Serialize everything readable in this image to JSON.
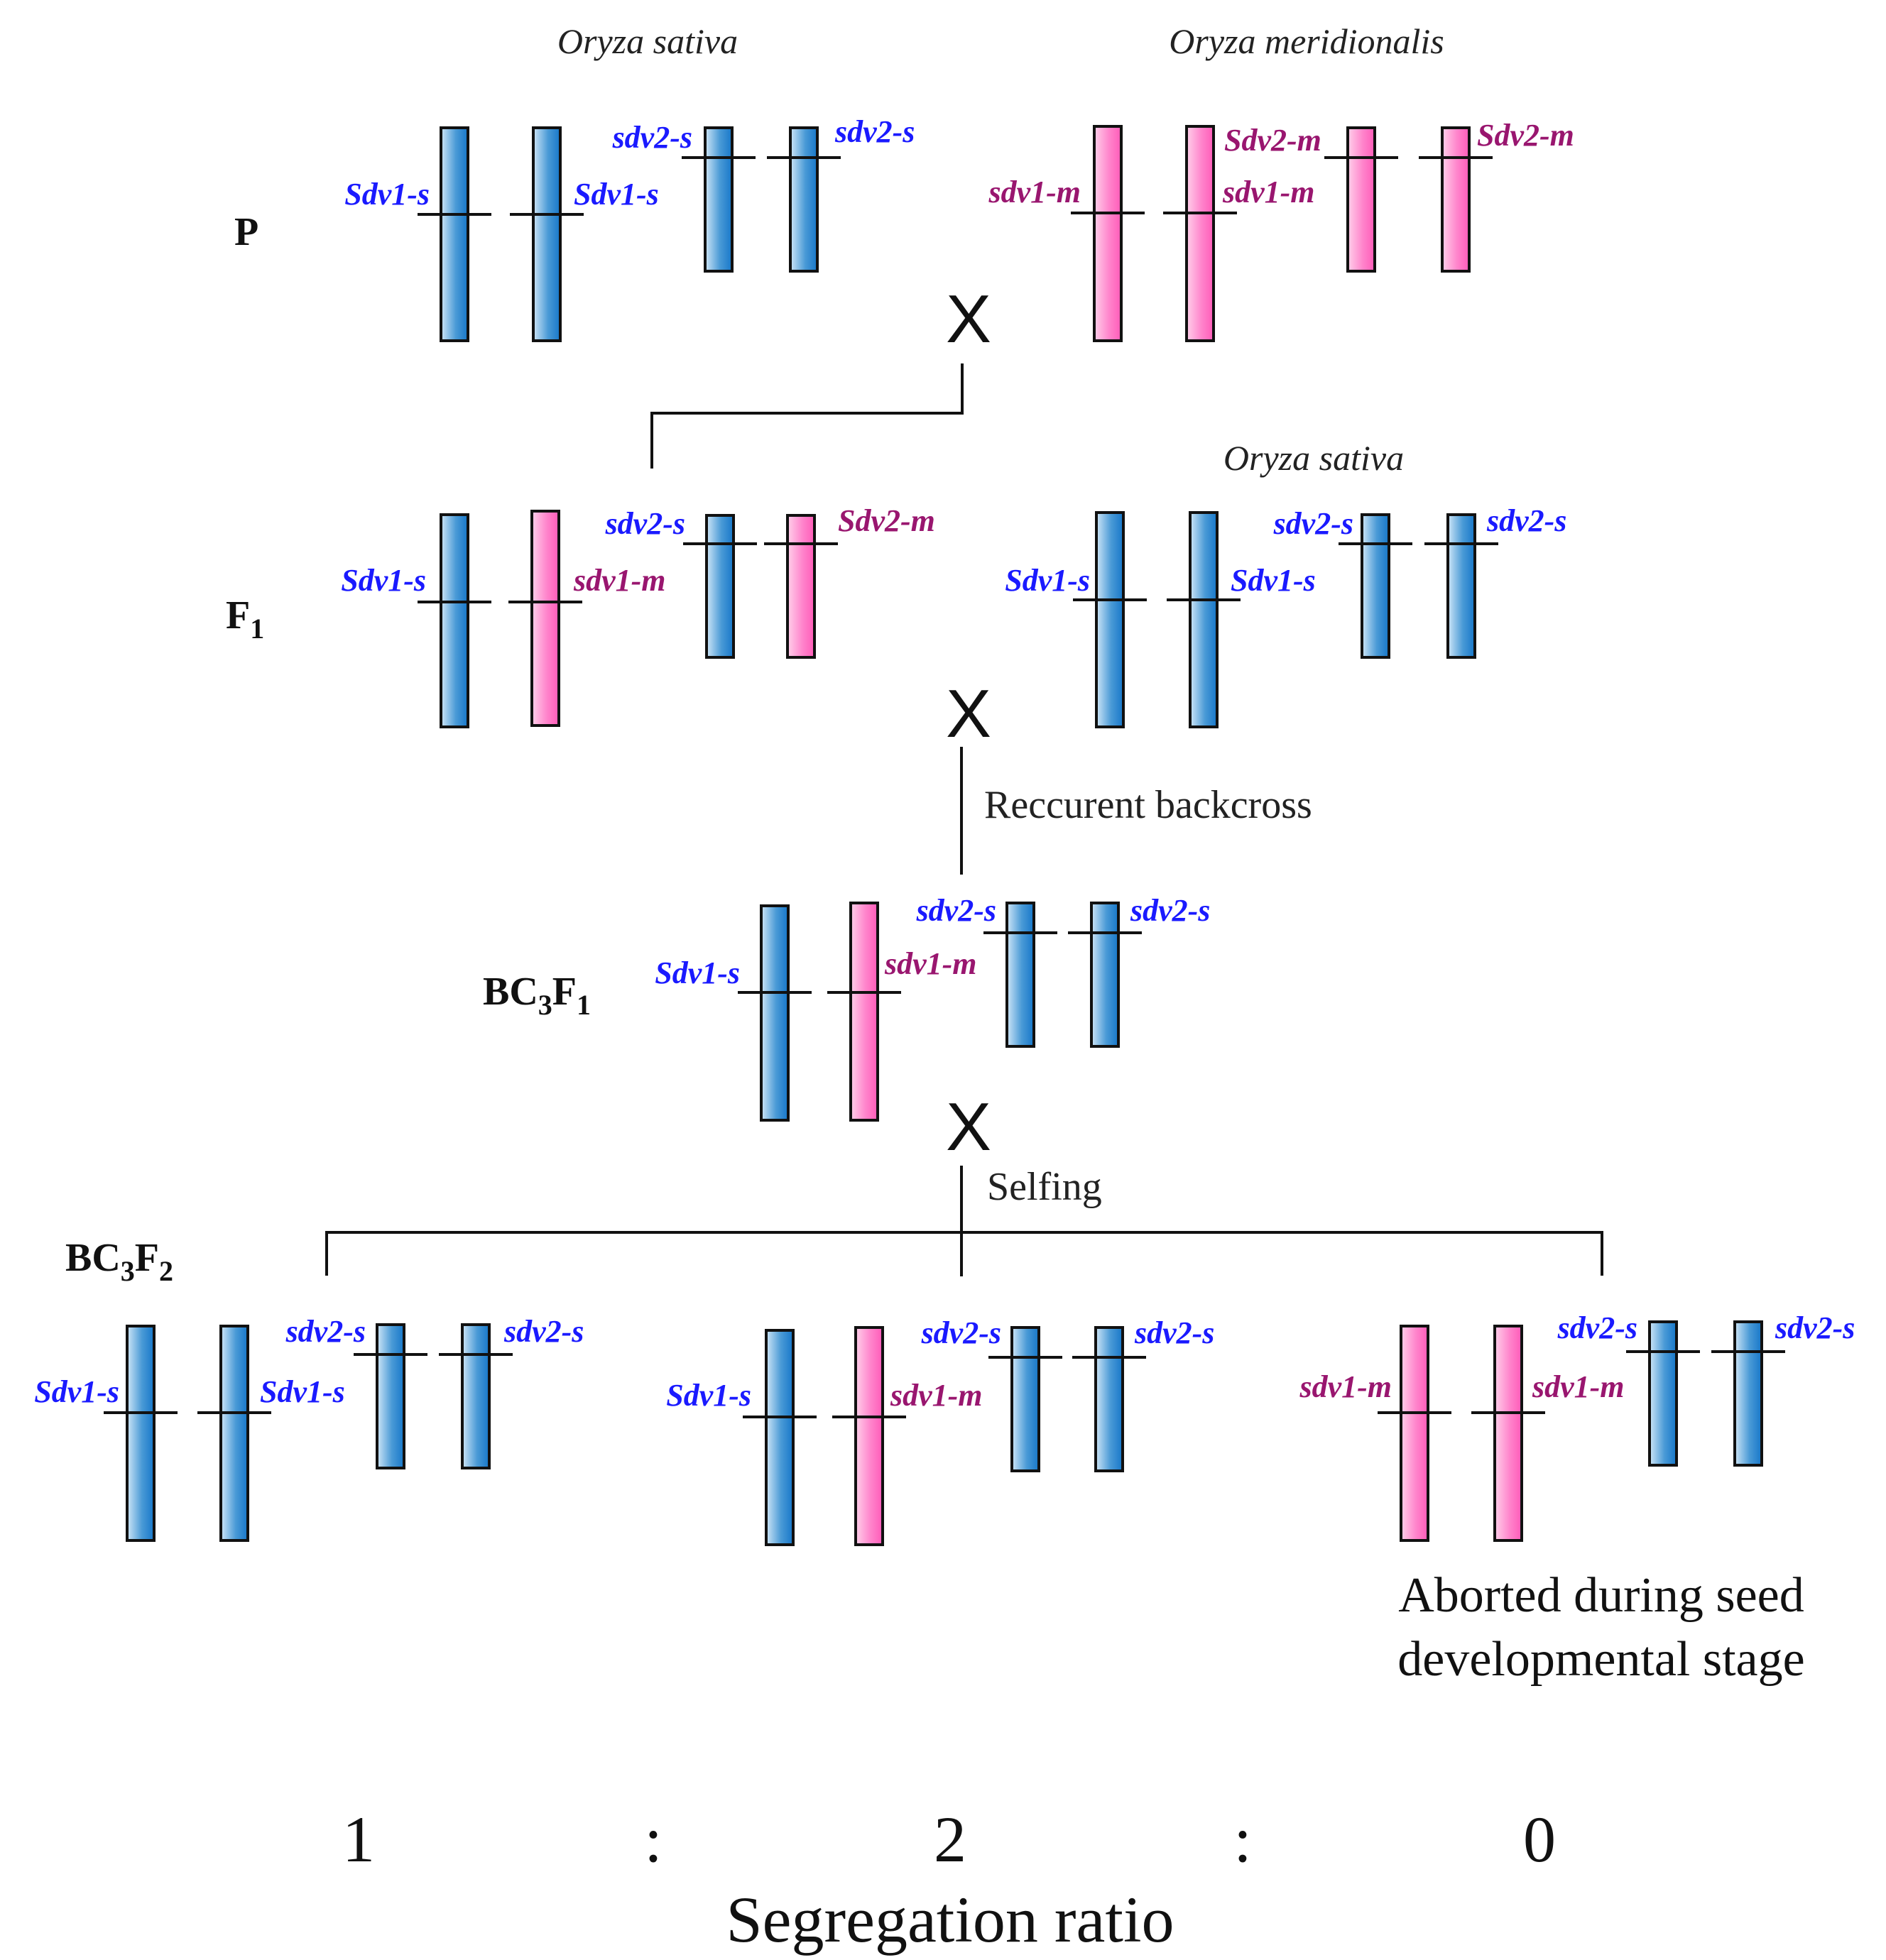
{
  "colors": {
    "sativa_allele_text": "#1a1aff",
    "meridionalis_allele_text": "#99166f",
    "sativa_chromosome": "#1677c9",
    "meridionalis_chromosome": "#ff6ec2"
  },
  "parents": {
    "left_species": "Oryza sativa",
    "right_species": "Oryza meridionalis",
    "recurrent_species": "Oryza sativa"
  },
  "generations": {
    "p": "P",
    "f1": {
      "base": "F",
      "sub": "1"
    },
    "bc3f1": {
      "a": "BC",
      "a_sub": "3",
      "b": "F",
      "b_sub": "1"
    },
    "bc3f2": {
      "a": "BC",
      "a_sub": "3",
      "b": "F",
      "b_sub": "2"
    }
  },
  "cross_symbol": "X",
  "steps": {
    "backcross": "Reccurent backcross",
    "selfing": "Selfing"
  },
  "alleles": {
    "Sdv1_s": "Sdv1-s",
    "sdv2_s": "sdv2-s",
    "sdv1_m": "sdv1-m",
    "Sdv2_m": "Sdv2-m"
  },
  "aborted_note": [
    "Aborted during seed",
    "developmental stage"
  ],
  "segregation": {
    "values": [
      "1",
      "2",
      "0"
    ],
    "separator": ":",
    "title": "Segregation ratio"
  }
}
